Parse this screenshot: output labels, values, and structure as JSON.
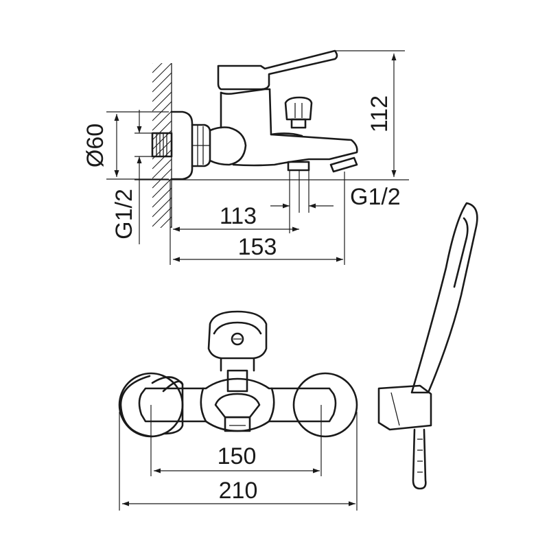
{
  "labels": {
    "diameter": "Ø60",
    "inlet_thread": "G1/2",
    "outlet_thread": "G1/2",
    "height": "112",
    "spout_to_outlet": "113",
    "depth": "153",
    "center_distance": "150",
    "total_width": "210"
  }
}
